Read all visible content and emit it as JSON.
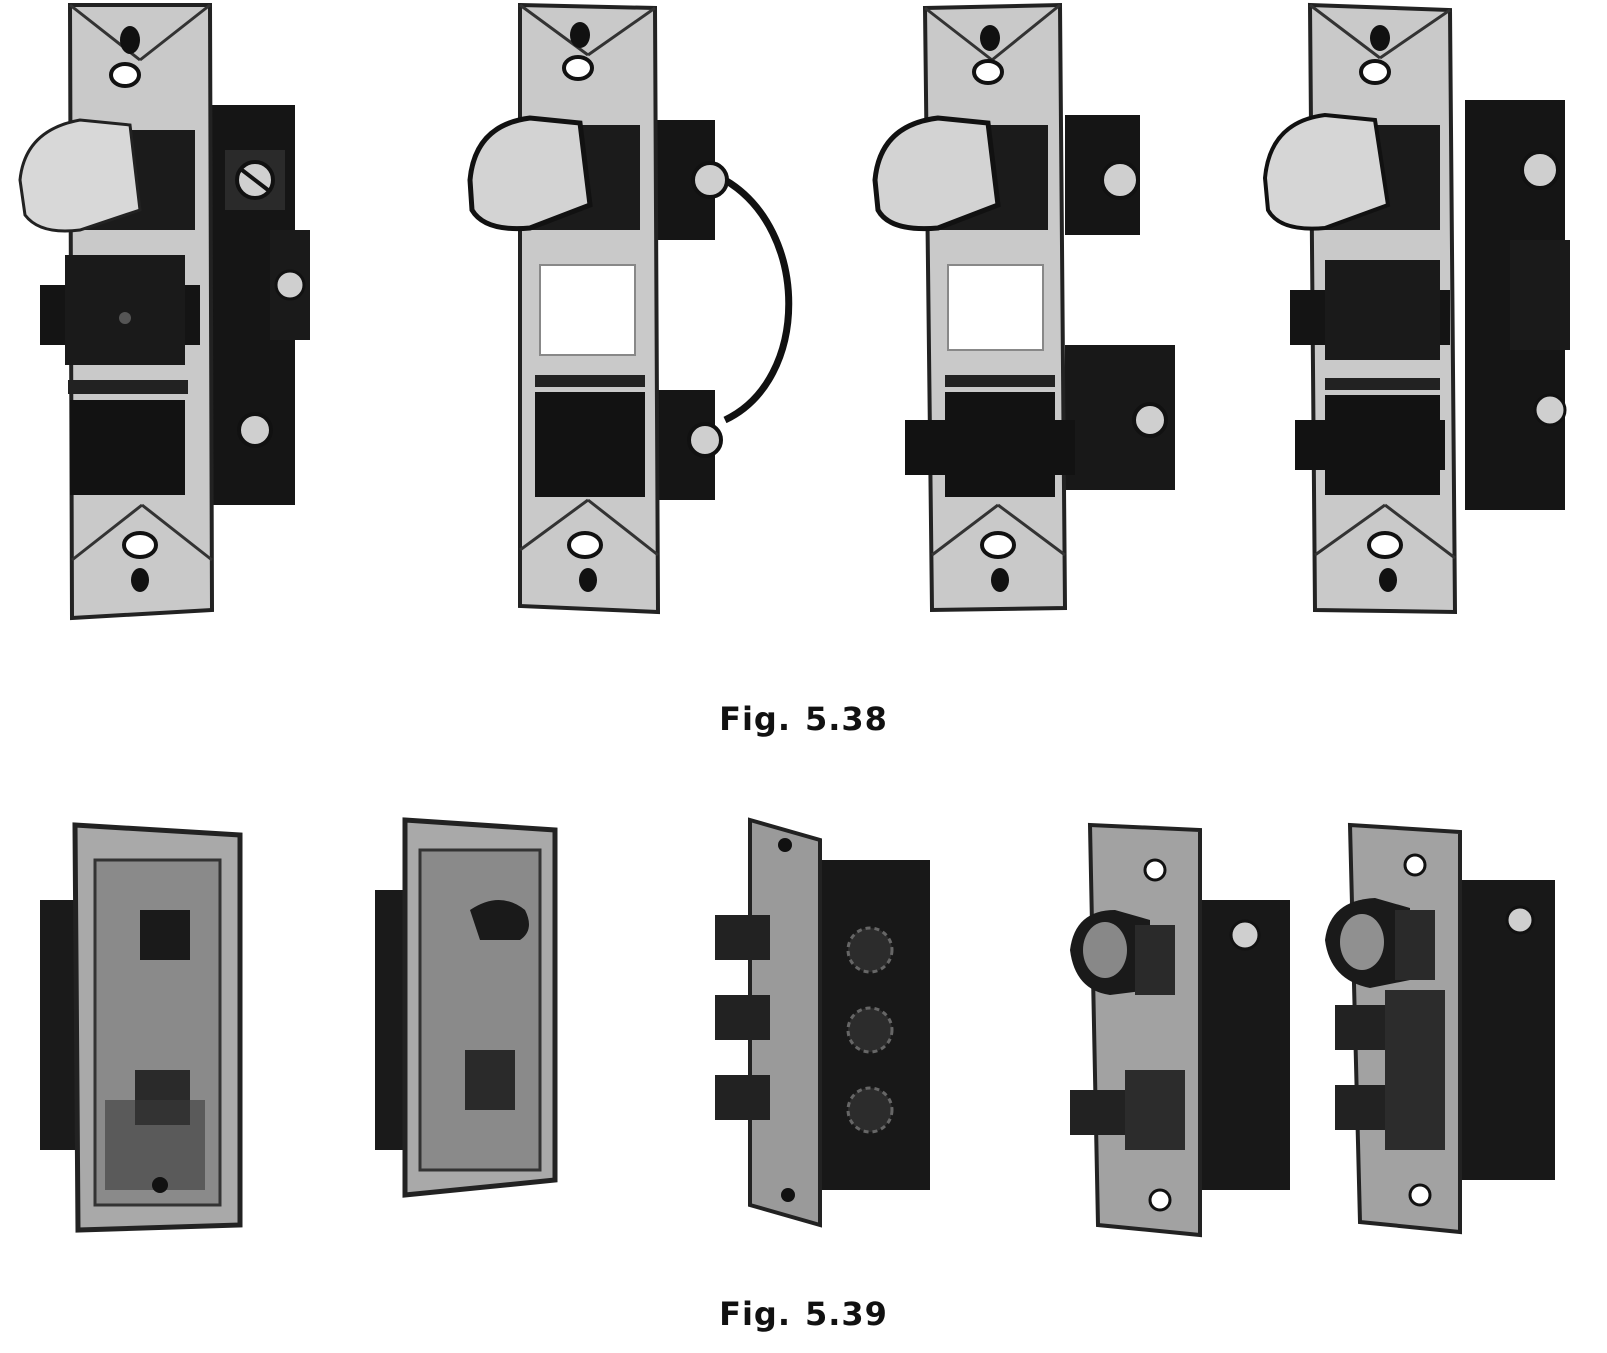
{
  "figures": [
    {
      "label": "Fig.",
      "number": "5.38"
    },
    {
      "label": "Fig.",
      "number": "5.39"
    }
  ],
  "colors": {
    "ink": "#111111",
    "plate": "#c9c9c9",
    "plate_dark": "#8a8a8a",
    "paper": "#ffffff"
  },
  "units_538": [
    "toggle-switch-with-two-outlets",
    "toggle-switch-with-jumper-wire",
    "toggle-switch-with-single-outlet",
    "toggle-switch-with-two-receptacles"
  ],
  "units_539": [
    "flush-plate-with-two-outlets",
    "flush-plate-with-toggle-and-outlet",
    "side-view-three-outlet-strip",
    "toggle-switch-with-two-outlets-small",
    "toggle-switch-with-three-outlets-small"
  ]
}
